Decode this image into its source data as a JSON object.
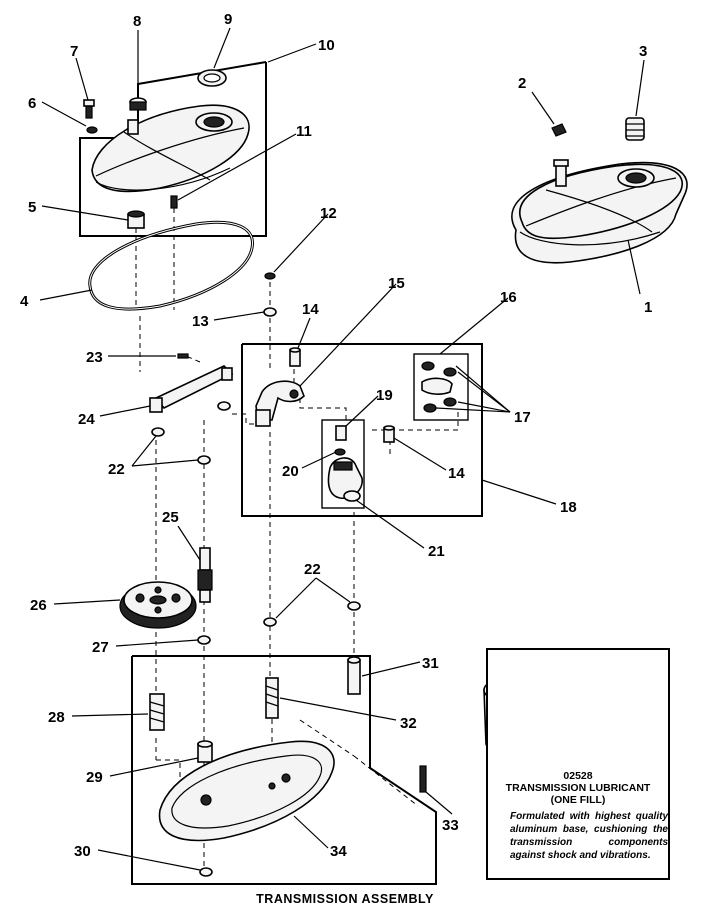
{
  "title": "TRANSMISSION ASSEMBLY",
  "callouts": [
    "1",
    "2",
    "3",
    "4",
    "5",
    "6",
    "7",
    "8",
    "9",
    "10",
    "11",
    "12",
    "13",
    "14",
    "14",
    "15",
    "16",
    "17",
    "18",
    "19",
    "20",
    "21",
    "22",
    "22",
    "23",
    "24",
    "25",
    "26",
    "27",
    "28",
    "29",
    "30",
    "31",
    "32",
    "33",
    "34"
  ],
  "lubricant": {
    "code": "02528",
    "name": "TRANSMISSION LUBRICANT",
    "qty": "(ONE FILL)",
    "description": "Formulated with highest quality aluminum base, cushioning the transmission components against shock and vibrations."
  }
}
